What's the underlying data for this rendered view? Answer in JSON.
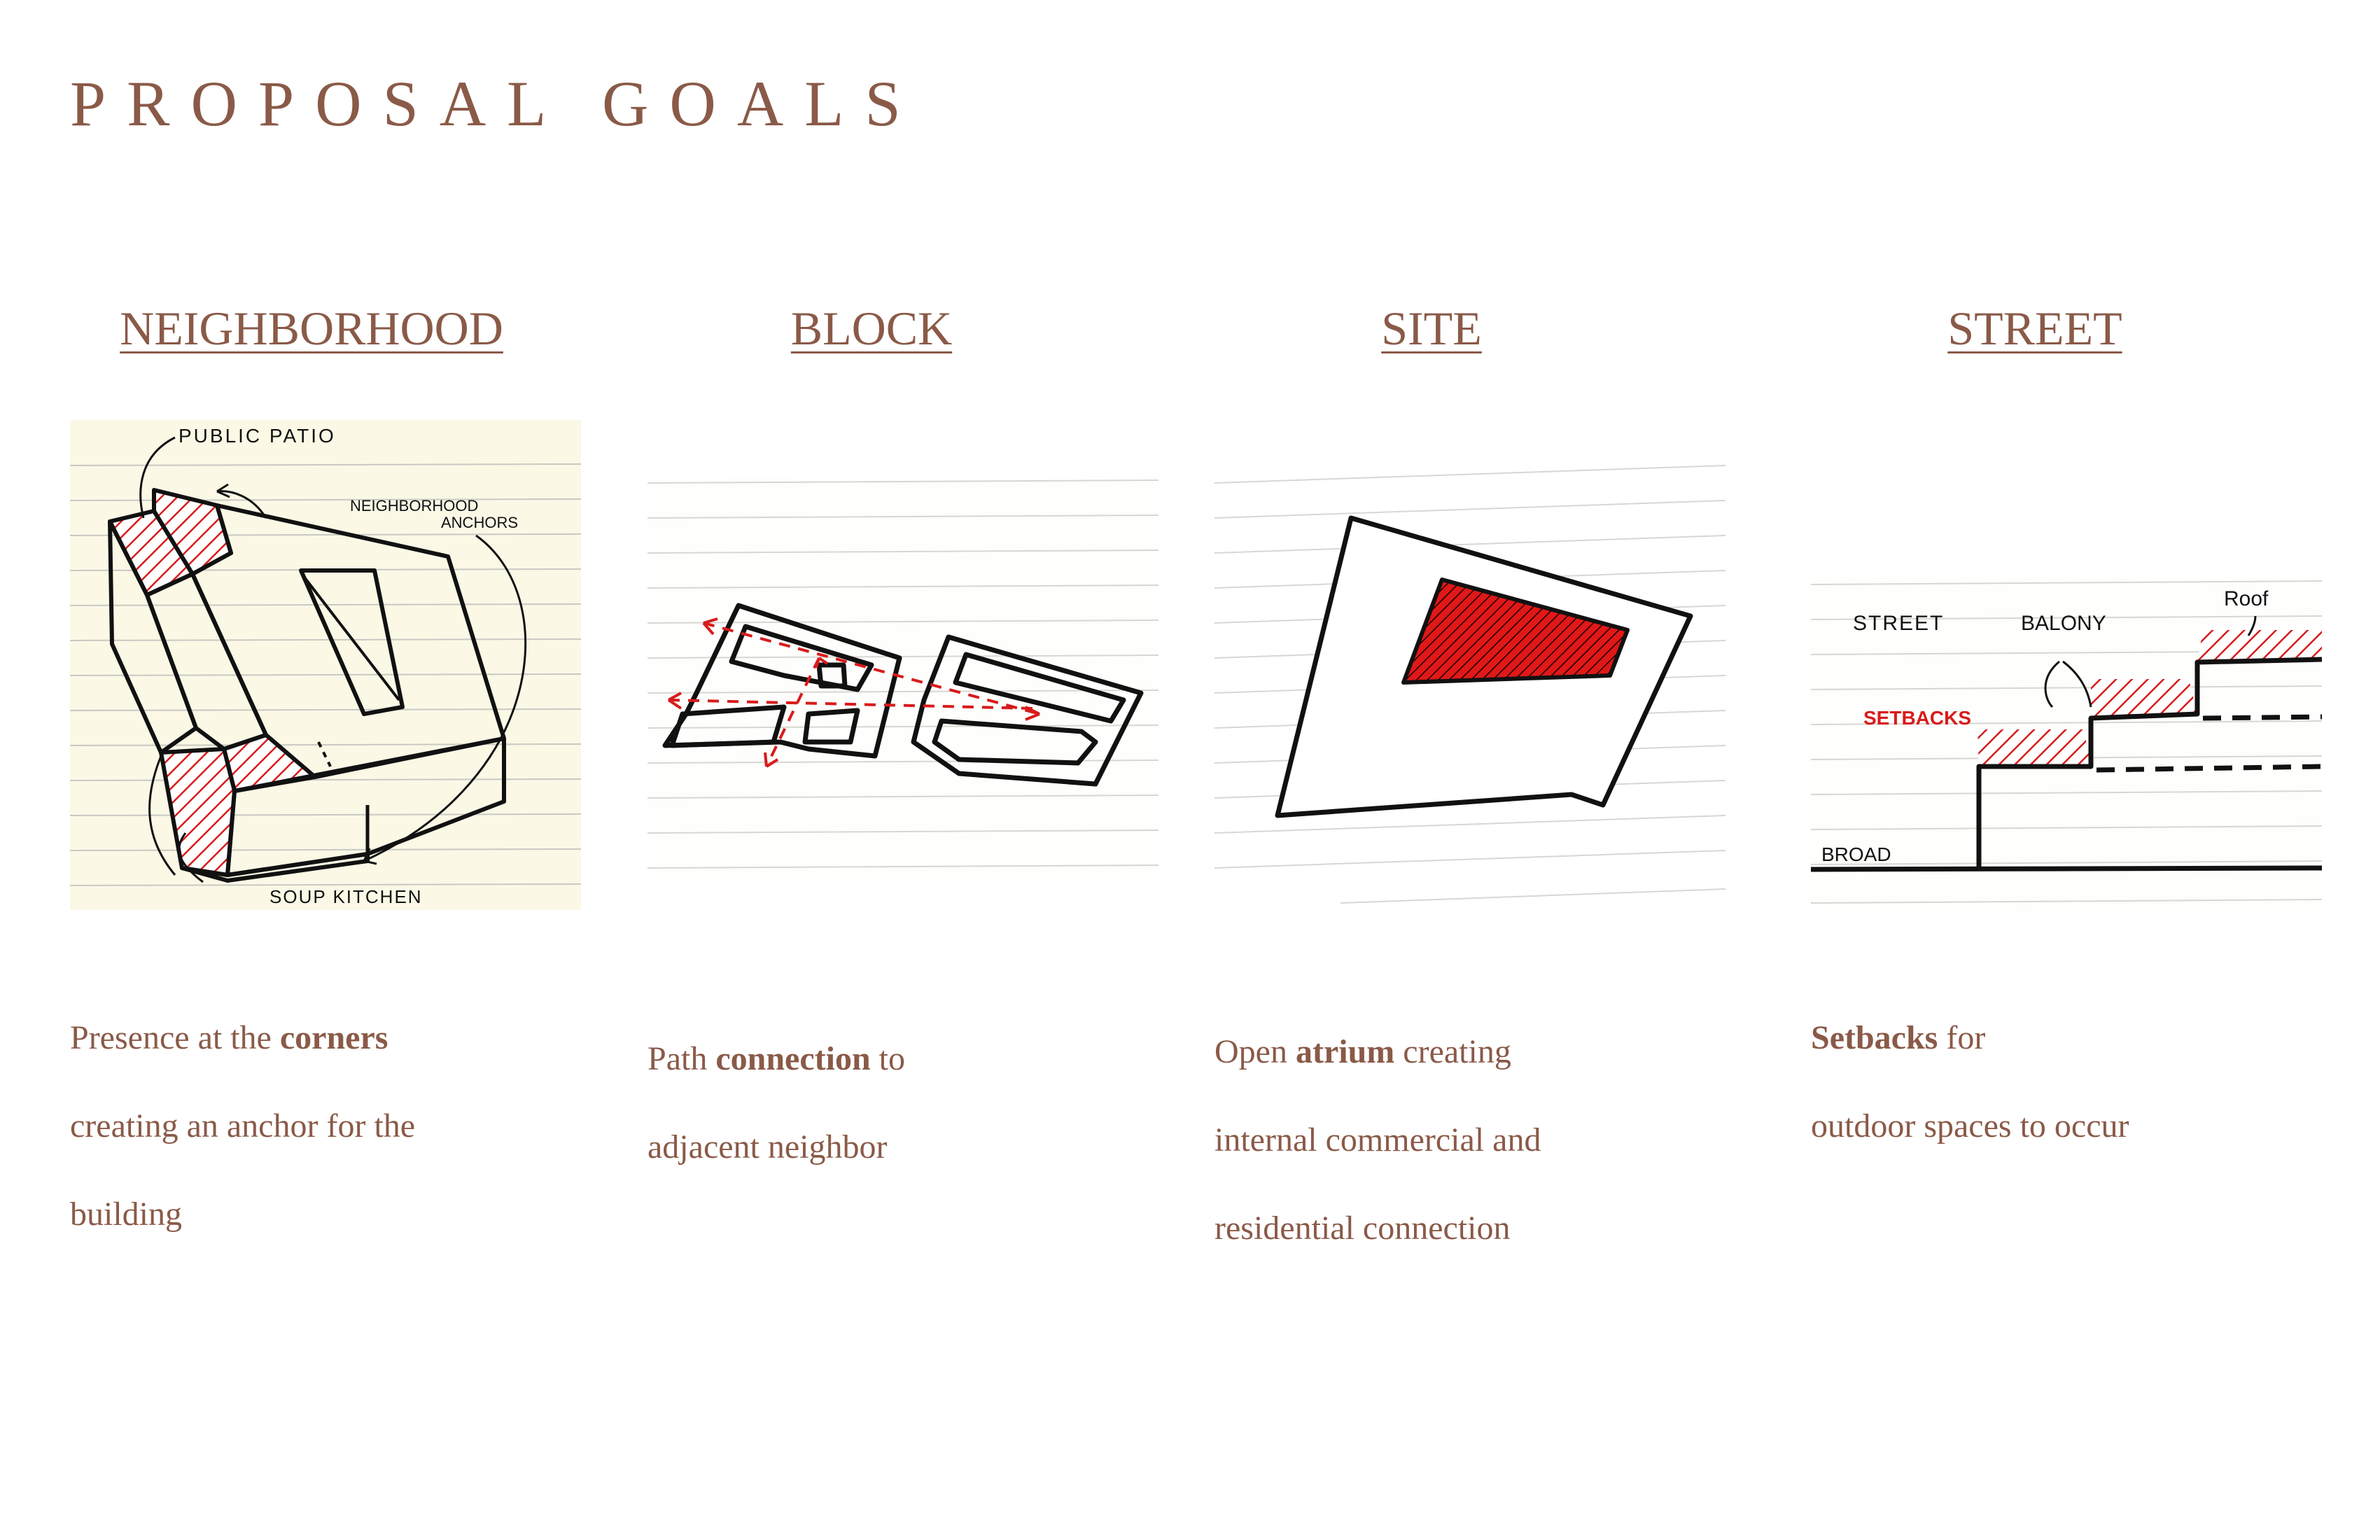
{
  "page": {
    "title": "PROPOSAL GOALS"
  },
  "columns": [
    {
      "heading": "NEIGHBORHOOD",
      "annotations": [
        "PUBLIC PATIO",
        "NEIGHBORHOOD",
        "ANCHORS",
        "SOUP KITCHEN"
      ],
      "description": [
        {
          "pre": "Presence at the ",
          "bold": "corners",
          "post": ""
        },
        {
          "pre": "creating an anchor for the",
          "bold": "",
          "post": ""
        },
        {
          "pre": "building",
          "bold": "",
          "post": ""
        }
      ]
    },
    {
      "heading": "BLOCK",
      "annotations": [],
      "description": [
        {
          "pre": "Path ",
          "bold": "connection",
          "post": " to"
        },
        {
          "pre": "adjacent neighbor",
          "bold": "",
          "post": ""
        }
      ]
    },
    {
      "heading": "SITE",
      "annotations": [],
      "description": [
        {
          "pre": "Open ",
          "bold": "atrium",
          "post": " creating"
        },
        {
          "pre": "internal commercial and",
          "bold": "",
          "post": ""
        },
        {
          "pre": "residential connection",
          "bold": "",
          "post": ""
        }
      ]
    },
    {
      "heading": "STREET",
      "annotations": [
        "STREET",
        "BALONY",
        "Roof",
        "SETBACKS",
        "BROAD"
      ],
      "description": [
        {
          "pre": "",
          "bold": "Setbacks",
          "post": " for"
        },
        {
          "pre": "outdoor spaces to occur",
          "bold": "",
          "post": ""
        }
      ]
    }
  ],
  "colors": {
    "text": "#8a5a48",
    "ink": "#111111",
    "accent": "#d81b1b",
    "paper": "#fbf8e6",
    "rule": "#c9c9c3"
  }
}
